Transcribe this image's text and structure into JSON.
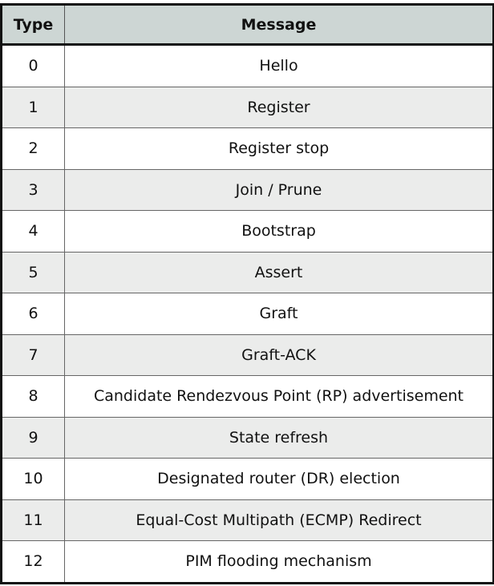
{
  "table": {
    "headers": {
      "type": "Type",
      "message": "Message"
    },
    "rows": [
      {
        "type": "0",
        "message": "Hello"
      },
      {
        "type": "1",
        "message": "Register"
      },
      {
        "type": "2",
        "message": "Register stop"
      },
      {
        "type": "3",
        "message": "Join / Prune"
      },
      {
        "type": "4",
        "message": "Bootstrap"
      },
      {
        "type": "5",
        "message": "Assert"
      },
      {
        "type": "6",
        "message": "Graft"
      },
      {
        "type": "7",
        "message": "Graft-ACK"
      },
      {
        "type": "8",
        "message": "Candidate Rendezvous Point (RP) advertisement"
      },
      {
        "type": "9",
        "message": "State refresh"
      },
      {
        "type": "10",
        "message": "Designated router (DR) election"
      },
      {
        "type": "11",
        "message": "Equal-Cost Multipath (ECMP) Redirect"
      },
      {
        "type": "12",
        "message": "PIM flooding mechanism"
      }
    ]
  },
  "colors": {
    "header_background": "#cdd6d4",
    "alternate_row_background": "#ebeceb",
    "border": "#111111"
  }
}
